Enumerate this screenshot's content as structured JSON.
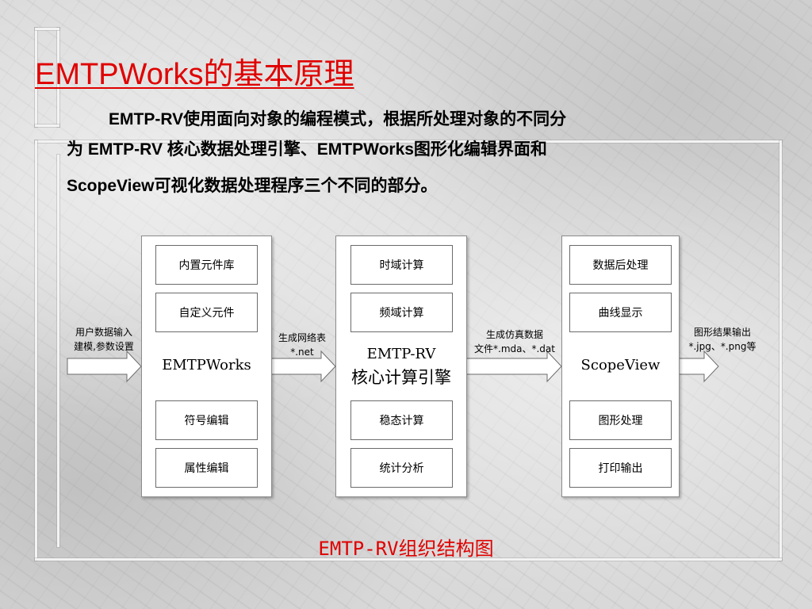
{
  "title": "EMTPWorks的基本原理",
  "intro": {
    "line1": "EMTP-RV使用面向对象的编程模式，根据所处理对象的不同分",
    "line2": "为 EMTP-RV 核心数据处理引擎、EMTPWorks图形化编辑界面和",
    "line3": "ScopeView可视化数据处理程序三个不同的部分。"
  },
  "diagram": {
    "input_label": [
      "用户数据输入",
      "建模,参数设置"
    ],
    "emtpworks": {
      "name": "EMTPWorks",
      "items": [
        "内置元件库",
        "自定义元件",
        "符号编辑",
        "属性编辑"
      ]
    },
    "flow1_label": [
      "生成网络表",
      "*.net"
    ],
    "engine": {
      "name_line1": "EMTP-RV",
      "name_line2": "核心计算引擎",
      "items": [
        "时域计算",
        "频域计算",
        "稳态计算",
        "统计分析"
      ]
    },
    "flow2_label": [
      "生成仿真数据",
      "文件*.mda、*.dat"
    ],
    "scopeview": {
      "name": "ScopeView",
      "items": [
        "数据后处理",
        "曲线显示",
        "图形处理",
        "打印输出"
      ]
    },
    "output_label": [
      "图形结果输出",
      "*.jpg、*.png等"
    ]
  },
  "caption": "EMTP-RV组织结构图"
}
